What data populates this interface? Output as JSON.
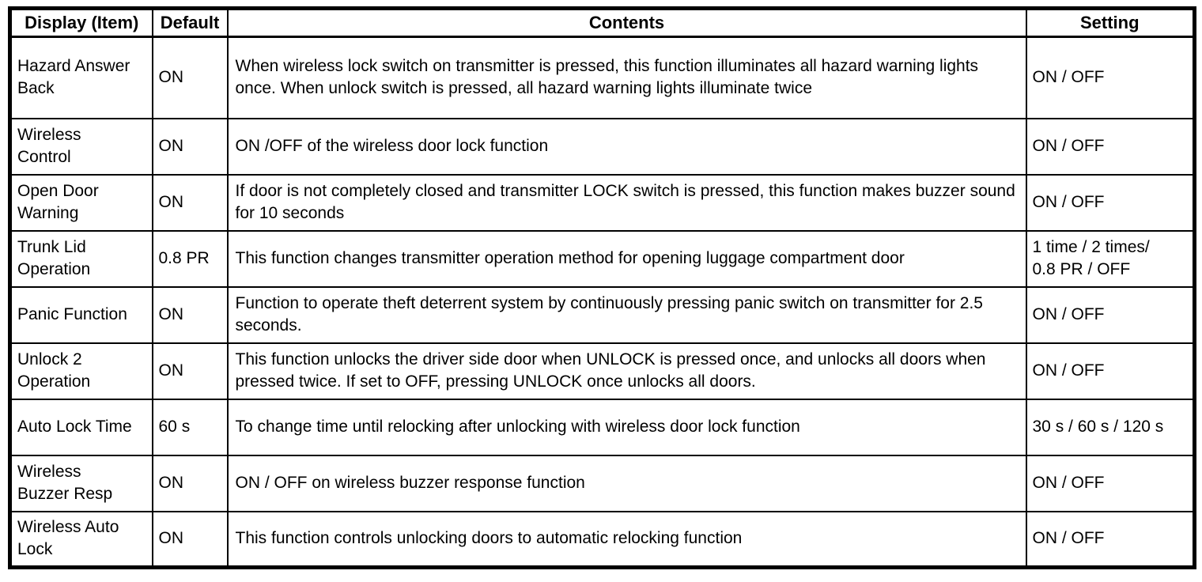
{
  "table": {
    "headers": [
      "Display (Item)",
      "Default",
      "Contents",
      "Setting"
    ],
    "rows": [
      {
        "item": "Hazard Answer Back",
        "default": "ON",
        "contents": "When wireless lock switch on transmitter is pressed, this function illuminates all hazard warning lights once. When unlock switch is pressed, all hazard warning lights illuminate twice",
        "setting": "ON / OFF"
      },
      {
        "item": "Wireless Control",
        "default": "ON",
        "contents": "ON /OFF of the wireless door lock function",
        "setting": "ON / OFF"
      },
      {
        "item": "Open Door Warning",
        "default": "ON",
        "contents": "If door is not completely closed and transmitter LOCK switch is pressed, this function makes buzzer sound for 10 seconds",
        "setting": "ON / OFF"
      },
      {
        "item": "Trunk Lid Operation",
        "default": "0.8 PR",
        "contents": "This function changes transmitter operation method for opening luggage compartment door",
        "setting": "1 time / 2 times/\n0.8 PR / OFF"
      },
      {
        "item": "Panic Function",
        "default": "ON",
        "contents": "Function to operate theft deterrent system by continuously pressing panic switch on transmitter for 2.5 seconds.",
        "setting": "ON / OFF"
      },
      {
        "item": "Unlock 2 Operation",
        "default": "ON",
        "contents": "This function unlocks the driver side door when UNLOCK is pressed once, and unlocks all doors when pressed twice. If set to OFF, pressing UNLOCK once unlocks all doors.",
        "setting": "ON / OFF"
      },
      {
        "item": "Auto Lock Time",
        "default": "60 s",
        "contents": "To change time until relocking after unlocking with wireless door lock function",
        "setting": "30 s / 60 s / 120 s"
      },
      {
        "item": "Wireless Buzzer Resp",
        "default": "ON",
        "contents": "ON / OFF on wireless buzzer response function",
        "setting": "ON / OFF"
      },
      {
        "item": "Wireless Auto Lock",
        "default": "ON",
        "contents": "This function controls unlocking doors to automatic relocking function",
        "setting": "ON / OFF"
      }
    ]
  }
}
